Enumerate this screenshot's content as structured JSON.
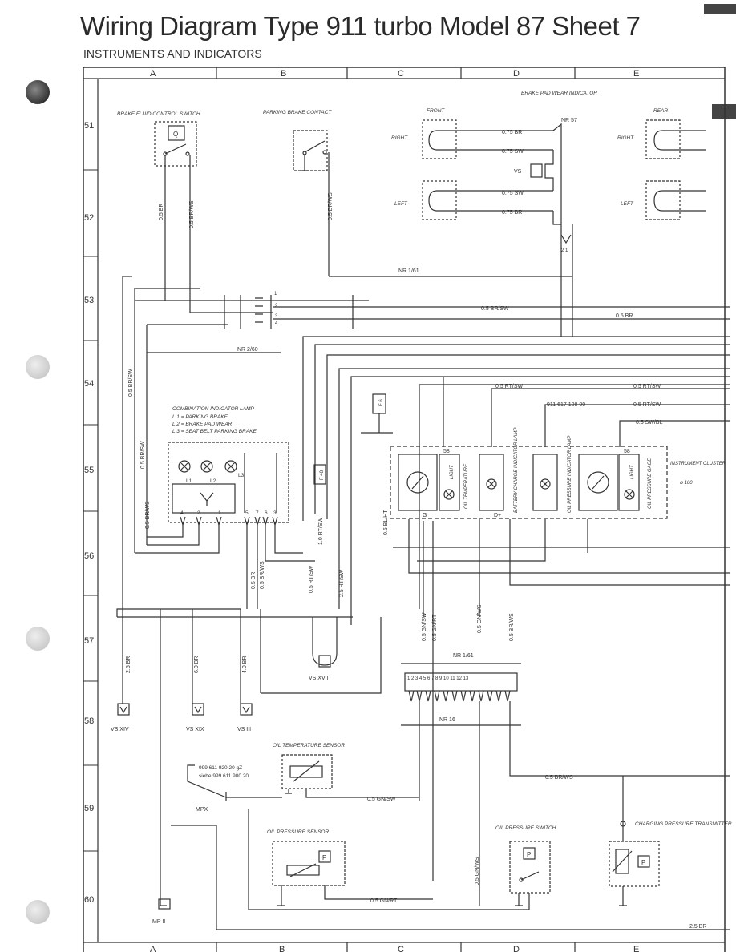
{
  "header": {
    "title": "Wiring Diagram Type 911 turbo Model 87 Sheet 7",
    "subtitle": "INSTRUMENTS AND INDICATORS"
  },
  "columns": [
    "A",
    "B",
    "C",
    "D",
    "E"
  ],
  "rows": [
    "51",
    "52",
    "53",
    "54",
    "55",
    "56",
    "57",
    "58",
    "59",
    "60"
  ],
  "components": {
    "brake_fluid_switch": "BRAKE FLUID CONTROL SWITCH",
    "parking_brake_contact": "PARKING BRAKE CONTACT",
    "brake_pad_wear_indicator": "BRAKE PAD WEAR INDICATOR",
    "front": "FRONT",
    "rear": "REAR",
    "right": "RIGHT",
    "left": "LEFT",
    "combination_lamp": {
      "title": "COMBINATION INDICATOR LAMP",
      "l1": "L 1 = PARKING BRAKE",
      "l2": "L 2 = BRAKE PAD WEAR",
      "l3": "L 3 = SEAT BELT PARKING BRAKE"
    },
    "oil_temperature": "OIL TEMPERATURE",
    "light": "LIGHT",
    "battery_lamp": "BATTERY CHARGE INDICATOR LAMP",
    "oil_pressure_lamp": "OIL PRESSURE INDICATOR LAMP",
    "oil_pressure_gage": "OIL PRESSURE GAGE",
    "instrument_cluster": "INSTRUMENT CLUSTER",
    "cluster_size": "φ 100",
    "oil_temp_sensor": "OIL TEMPERATURE SENSOR",
    "oil_pressure_sensor": "OIL PRESSURE SENSOR",
    "oil_pressure_switch": "OIL PRESSURE SWITCH",
    "charging_pressure_transmitter": "CHARGING PRESSURE TRANSMITTER",
    "part_no_cluster": "911 617 108 00",
    "part_no_1": "999 611 920 20 gZ",
    "part_no_2": "siehe 999 611 900 20"
  },
  "connectors": {
    "nr57": "NR 57",
    "nr161a": "NR 1/61",
    "nr260": "NR 2/60",
    "nr161b": "NR 1/61",
    "nr16": "NR 16",
    "vs": "VS",
    "vs_xvii": "VS XVII",
    "vs_xiv": "VS XIV",
    "vs_xix": "VS XIX",
    "vs_iii": "VS III",
    "mpx": "MPX",
    "mp_ii": "MP II",
    "f48": "F 48",
    "f6": "F 6",
    "pin58": "58",
    "pin_g": "G",
    "pin_dplus": "D+"
  },
  "wires": {
    "w075br": "0.75 BR",
    "w075sw": "0.75 SW",
    "w05br": "0.5 BR",
    "w05brws": "0.5 BR/WS",
    "w05brsw": "0.5 BR/SW",
    "w05rtsw": "0.5 RT/SW",
    "w05swbl": "0.5 SW/BL",
    "w05blht": "0.5 BL/HT",
    "w10rtsw": "1.0 RT/SW",
    "w25rtsw": "2.5 RT/SW",
    "w05gnsw": "0.5 GN/SW",
    "w05gnrt": "0.5 GN/RT",
    "w05gnws": "0.5 GN/WS",
    "w05brws2": "0.5 BR/WS",
    "w25br": "2.5 BR",
    "w60br": "6.0 BR",
    "w40br": "4.0 BR",
    "w25br_end": "2.5 BR",
    "w05br_ws_mid": "0.5 BR/WS"
  },
  "labels": {
    "l1": "L1",
    "l2": "L2",
    "l3": "L3"
  }
}
